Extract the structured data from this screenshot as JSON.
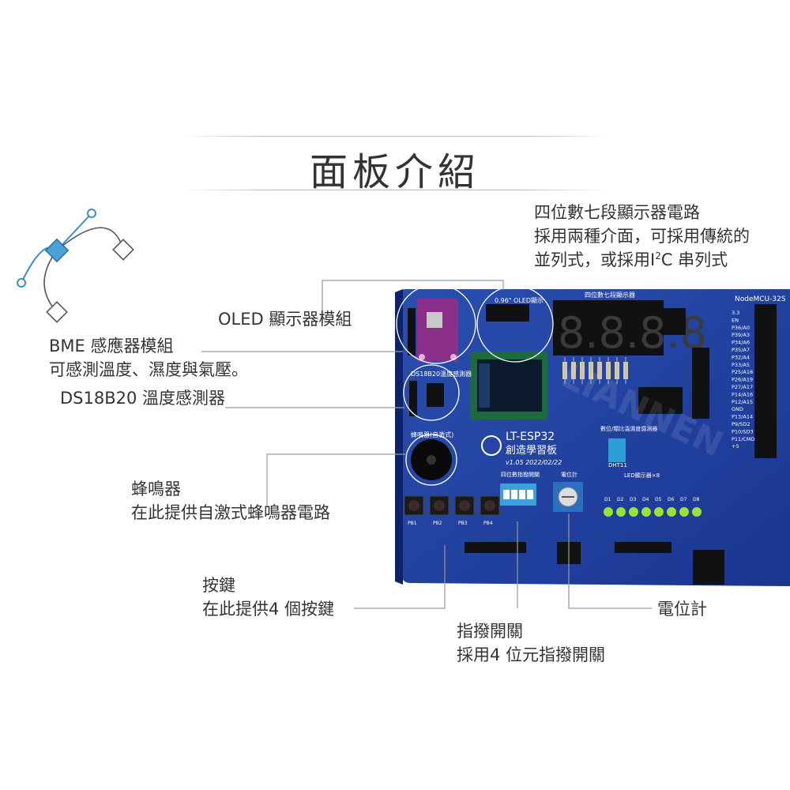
{
  "title": "面板介紹",
  "colors": {
    "board": "#1f3f9e",
    "board_dark": "#16317f",
    "line": "#9a9a9a",
    "text": "#333333",
    "icon_accent": "#4aa3d8"
  },
  "annotations": {
    "seg7": {
      "line1": "四位數七段顯示器電路",
      "line2": "採用兩種介面，可採用傳統的",
      "line3_a": "並列式，或採用I",
      "line3_sup": "2",
      "line3_b": "C 串列式"
    },
    "oled": {
      "label": "OLED 顯示器模組"
    },
    "bme": {
      "line1": "BME 感應器模組",
      "line2": "可感測溫度、濕度與氣壓。"
    },
    "ds18b20": {
      "label": "DS18B20 溫度感測器"
    },
    "buzzer": {
      "line1": "蜂鳴器",
      "line2": "在此提供自激式蜂鳴器電路"
    },
    "buttons": {
      "line1": "按鍵",
      "line2": "在此提供4 個按鍵"
    },
    "dip": {
      "line1": "指撥開關",
      "line2": "採用4 位元指撥開關"
    },
    "pot": {
      "label": "電位計"
    }
  },
  "board": {
    "name": "LT-ESP32",
    "subtitle": "創造學習板",
    "version": "v1.05  2022/02/22",
    "oled_label": "0.96\" OLED顯示",
    "seg_label": "四位數七段顯示器",
    "seg_digits": "8.8.8.8",
    "nodemcu_label": "NodeMCU-32S",
    "pins": [
      "3.3",
      "EN",
      "P36/A0",
      "P39/A3",
      "P34/A6",
      "P35/A7",
      "P32/A4",
      "P33/A5",
      "P25/A18",
      "P26/A19",
      "P27/A17",
      "P14/A16",
      "P12/A15",
      "GND",
      "P13/A14",
      "P9/SD2",
      "P10/SD3",
      "P11/CMD",
      "+5"
    ],
    "dip_label": "四位數指撥開關",
    "pot_label": "電位計",
    "led_label": "LED顯示器×8",
    "led_names": [
      "D1",
      "D2",
      "D3",
      "D4",
      "D5",
      "D6",
      "D7",
      "D8"
    ],
    "button_names": [
      "PB1",
      "PB2",
      "PB3",
      "PB4"
    ],
    "buzzer_label": "蜂鳴器(自激式)",
    "ds_label": "DS18B20溫度感測器",
    "dht_label": "DHT11",
    "temp_label": "數位/類比溫濕度感測器"
  }
}
